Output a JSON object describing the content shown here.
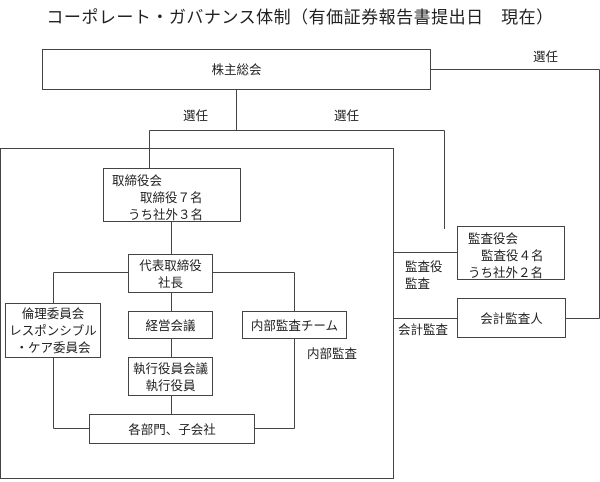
{
  "title": "コーポレート・ガバナンス体制（有価証券報告書提出日　現在）",
  "nodes": {
    "shareholders_meeting": {
      "label": "株主総会"
    },
    "board": {
      "lines": [
        "取締役会",
        "取締役７名",
        "うち社外３名"
      ]
    },
    "president": {
      "lines": [
        "代表取締役",
        "社長"
      ]
    },
    "ethics_committee": {
      "lines": [
        "倫理委員会",
        "レスポンシブル",
        "・ケア委員会"
      ]
    },
    "management_meeting": {
      "label": "経営会議"
    },
    "internal_audit_team": {
      "label": "内部監査チーム"
    },
    "executive_meeting": {
      "lines": [
        "執行役員会議",
        "執行役員"
      ]
    },
    "departments": {
      "label": "各部門、子会社"
    },
    "audit_board": {
      "lines": [
        "監査役会",
        "監査役４名",
        "うち社外２名"
      ]
    },
    "accounting_auditor": {
      "label": "会計監査人"
    }
  },
  "edge_labels": {
    "elect_auditor_external": "選任",
    "elect_board": "選任",
    "elect_audit_board": "選任",
    "auditor_audit": [
      "監査役",
      "監査"
    ],
    "accounting_audit": "会計監査",
    "internal_audit": "内部監査"
  }
}
